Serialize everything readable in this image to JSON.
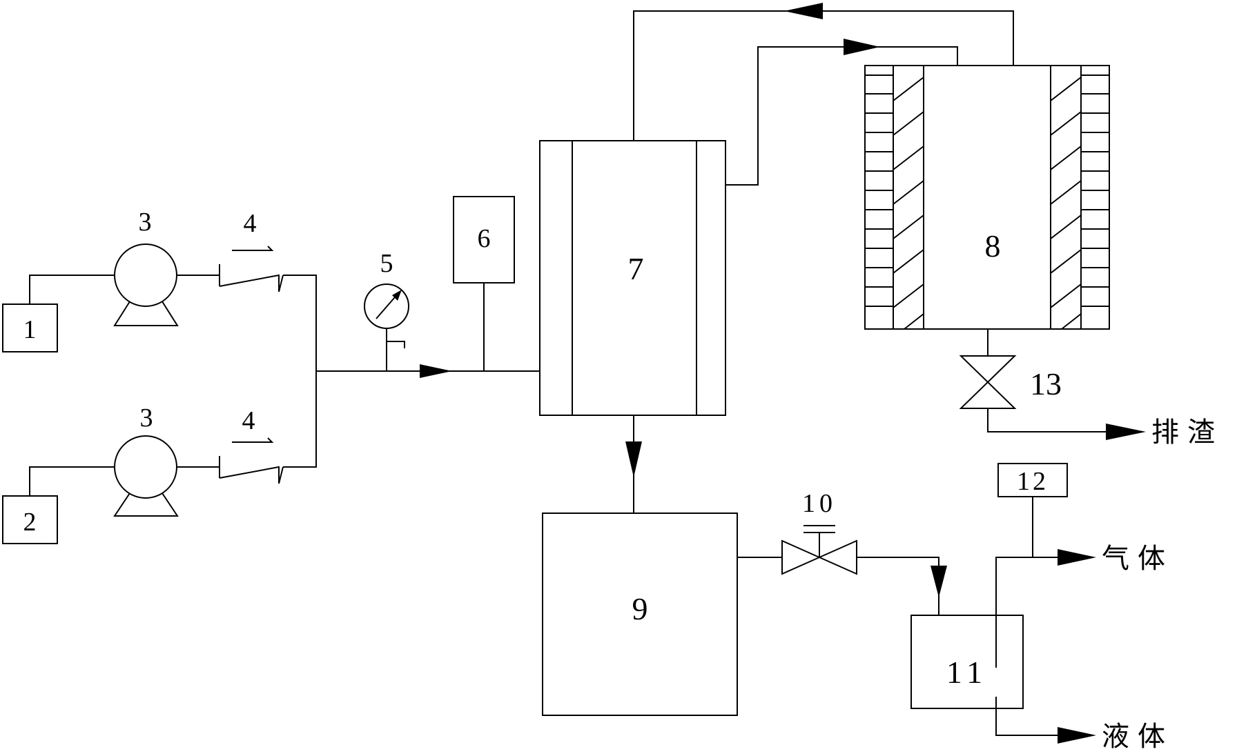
{
  "labels": {
    "tank1": "1",
    "tank2": "2",
    "pump_top": "3",
    "pump_bottom": "3",
    "check_valve_top": "4",
    "check_valve_bottom": "4",
    "pressure_gauge": "5",
    "unit6": "6",
    "unit7": "7",
    "unit8": "8",
    "unit9": "9",
    "valve10": "10",
    "separator11": "11",
    "unit12": "12",
    "valve13": "13"
  },
  "outputs": {
    "slag": "排渣",
    "gas": "气体",
    "liquid": "液体"
  }
}
